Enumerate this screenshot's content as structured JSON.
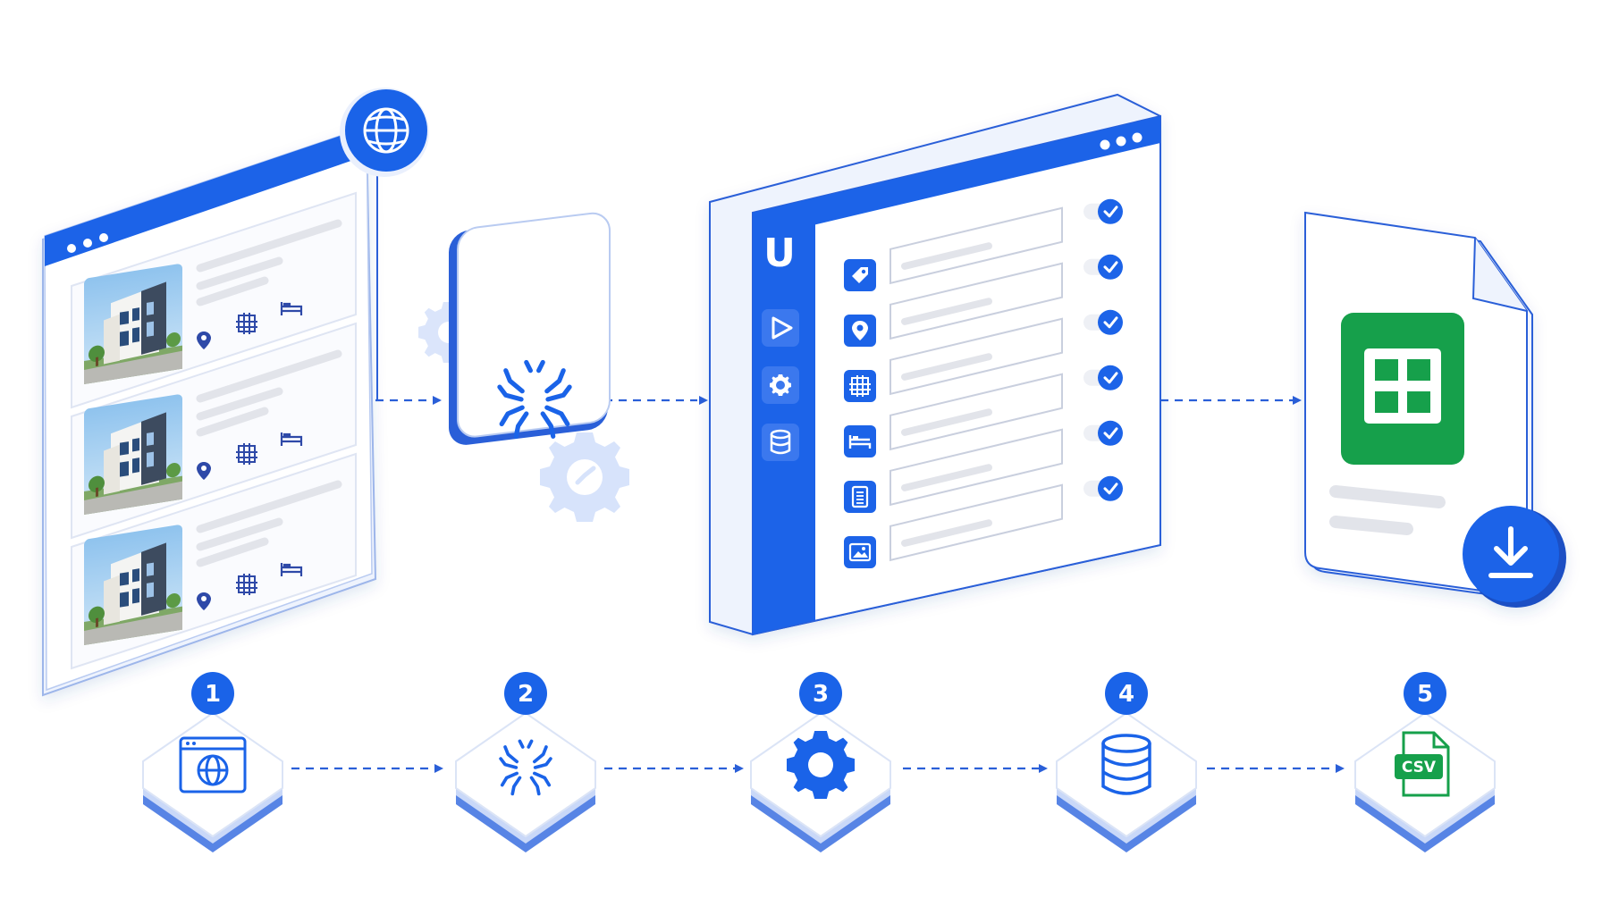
{
  "colors": {
    "primary": "#1a63e8",
    "primary_light": "#e3ecfc",
    "gear_light": "#d7e3fb",
    "line_gray": "#e2e4ea",
    "sheet_green": "#16a04b",
    "outline": "#2a5fd8"
  },
  "panels": {
    "listing_window": {
      "icon": "globe-icon",
      "cards": [
        {
          "image": "house-photo",
          "icons": [
            "location-pin-icon",
            "floor-plan-icon",
            "bed-icon"
          ]
        },
        {
          "image": "house-photo",
          "icons": [
            "location-pin-icon",
            "floor-plan-icon",
            "bed-icon"
          ]
        },
        {
          "image": "house-photo",
          "icons": [
            "location-pin-icon",
            "floor-plan-icon",
            "bed-icon"
          ]
        }
      ]
    },
    "scraper_tile": {
      "icon": "spider-icon",
      "decorations": [
        "gear-icon",
        "gear-icon"
      ]
    },
    "app_window": {
      "logo": "U",
      "sidebar_icons": [
        "play-icon",
        "gear-icon",
        "database-icon"
      ],
      "fields": [
        {
          "icon": "tag-icon",
          "checked": true
        },
        {
          "icon": "location-pin-icon",
          "checked": true
        },
        {
          "icon": "floor-plan-icon",
          "checked": true
        },
        {
          "icon": "bed-icon",
          "checked": true
        },
        {
          "icon": "document-icon",
          "checked": true
        },
        {
          "icon": "image-icon",
          "checked": true
        }
      ]
    },
    "export_document": {
      "icon": "spreadsheet-icon",
      "action": "download-icon"
    }
  },
  "steps": [
    {
      "number": "1",
      "icon": "browser-globe-icon"
    },
    {
      "number": "2",
      "icon": "spider-icon"
    },
    {
      "number": "3",
      "icon": "gear-icon"
    },
    {
      "number": "4",
      "icon": "database-icon"
    },
    {
      "number": "5",
      "icon": "csv-file-icon",
      "label": "CSV"
    }
  ]
}
